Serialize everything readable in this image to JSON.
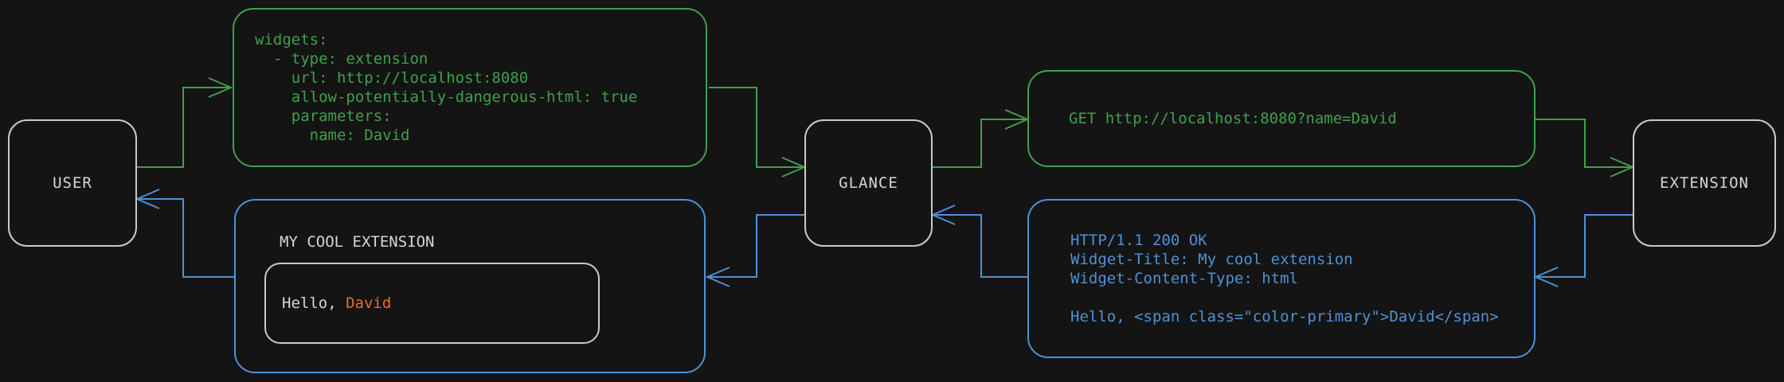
{
  "diagram": {
    "title_hint": "Glance extension request/response flow",
    "colors": {
      "background": "#141414",
      "request_flow": "#3fa04b",
      "response_flow": "#4d92d6",
      "neutral_border": "#c9c9c9",
      "text_primary": "#d6d6d6",
      "name_highlight": "#e4702b"
    },
    "nodes": {
      "user": {
        "label": "USER"
      },
      "glance": {
        "label": "GLANCE"
      },
      "extension": {
        "label": "EXTENSION"
      }
    },
    "config_box": {
      "lines": [
        "widgets:",
        "  - type: extension",
        "    url: http://localhost:8080",
        "    allow-potentially-dangerous-html: true",
        "    parameters:",
        "      name: David"
      ]
    },
    "request_box": {
      "text": "GET http://localhost:8080?name=David"
    },
    "response_box": {
      "lines": [
        "HTTP/1.1 200 OK",
        "Widget-Title: My cool extension",
        "Widget-Content-Type: html",
        "",
        "Hello, <span class=\"color-primary\">David</span>"
      ]
    },
    "widget_box": {
      "title": "MY COOL EXTENSION",
      "greeting_prefix": "Hello, ",
      "name": "David"
    },
    "edges": [
      {
        "id": "user-config",
        "flow": "request"
      },
      {
        "id": "config-glance",
        "flow": "request"
      },
      {
        "id": "glance-request",
        "flow": "request"
      },
      {
        "id": "request-extension",
        "flow": "request"
      },
      {
        "id": "extension-response",
        "flow": "response"
      },
      {
        "id": "response-glance",
        "flow": "response"
      },
      {
        "id": "glance-widget",
        "flow": "response"
      },
      {
        "id": "widget-user",
        "flow": "response"
      }
    ]
  }
}
